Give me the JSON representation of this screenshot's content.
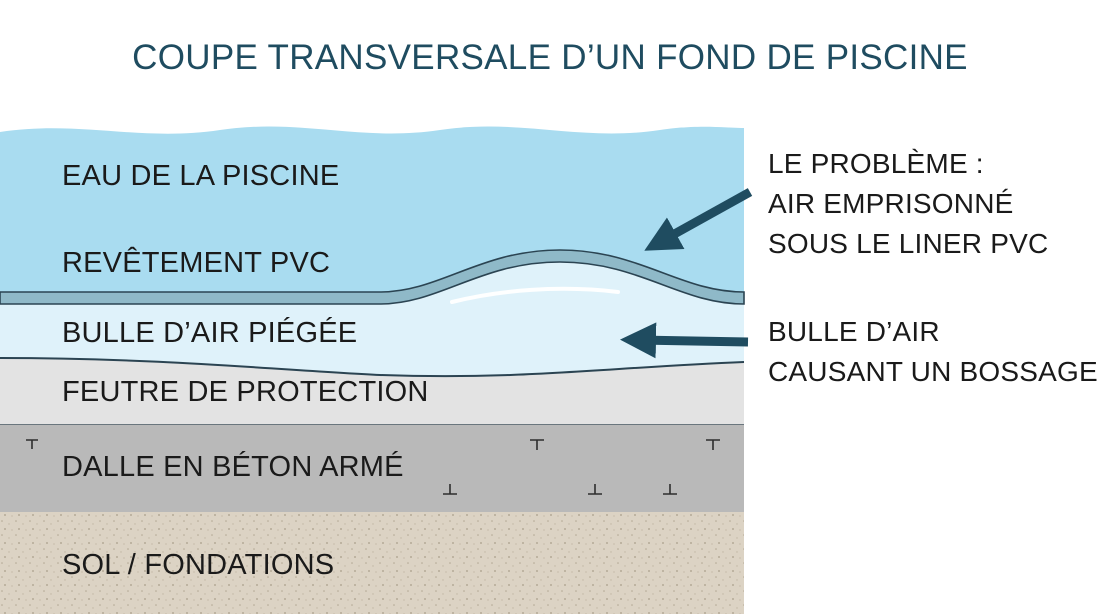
{
  "title": "COUPE TRANSVERSALE D’UN FOND DE PISCINE",
  "colors": {
    "title": "#1f4c60",
    "water": "#a9dcf0",
    "liner": "#8fb9c8",
    "air_bubble": "#dff2fa",
    "felt": "#e3e3e3",
    "concrete": "#b9b9b9",
    "soil": "#dcd3c4",
    "arrow": "#1f4c60"
  },
  "layers": {
    "water": "EAU DE LA PISCINE",
    "liner": "REVÊTEMENT PVC",
    "air_bubble": "BULLE D’AIR PIÉGÉE",
    "felt": "FEUTRE DE PROTECTION",
    "concrete": "DALLE EN BÉTON ARMÉ",
    "soil": "SOL / FONDATIONS"
  },
  "callouts": {
    "problem": [
      "LE PROBLÈME :",
      "AIR EMPRISONNÉ",
      "SOUS LE LINER PVC"
    ],
    "bubble": [
      "BULLE D’AIR",
      "CAUSANT UN BOSSAGE"
    ]
  }
}
